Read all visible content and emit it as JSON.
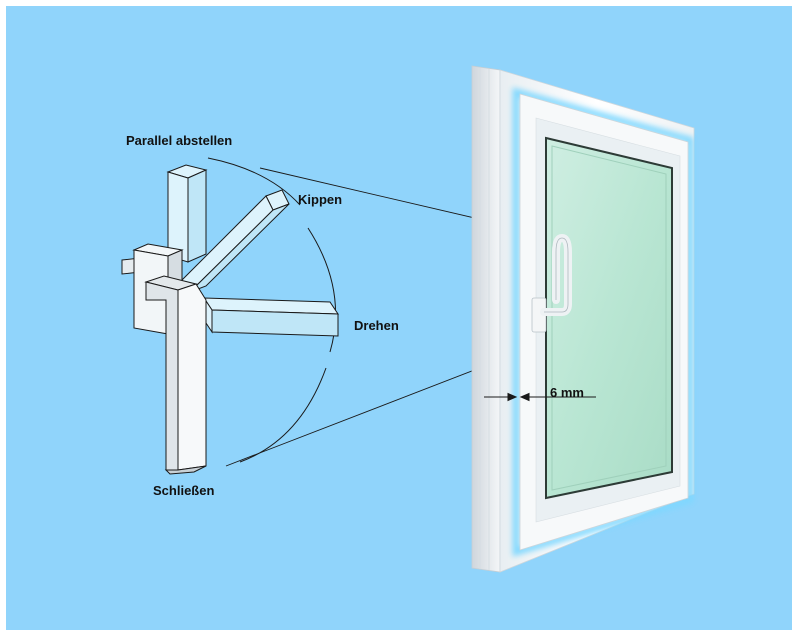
{
  "diagram": {
    "positions": {
      "parallel": "Parallel abstellen",
      "tilt": "Kippen",
      "turn": "Drehen",
      "close": "Schließen"
    },
    "gap_label": "6 mm"
  },
  "colors": {
    "background": "#90d4fb",
    "frame": "#ffffff",
    "glass": "#bfe8d6",
    "seal_glow": "#7fd8ff",
    "outline": "#1a1a1a"
  },
  "icons": {
    "handle": "window-handle-icon",
    "arrow": "arrow-icon"
  }
}
